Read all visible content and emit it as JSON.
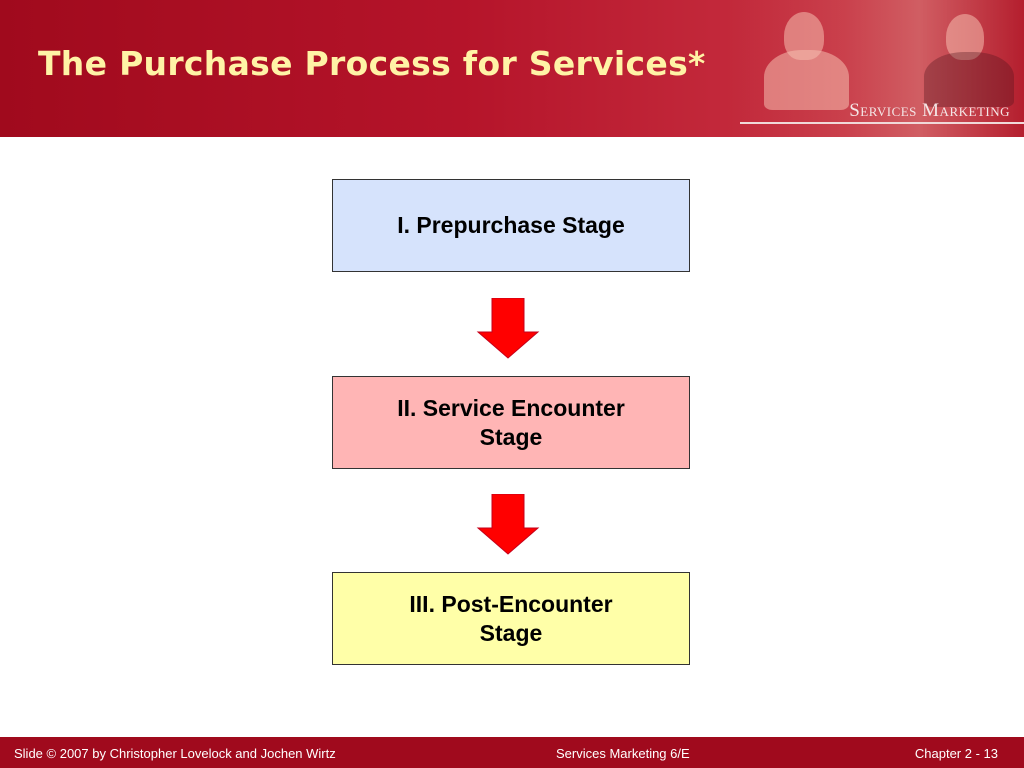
{
  "header": {
    "title": "The Purchase Process for Services*",
    "brand": "Services Marketing"
  },
  "stages": [
    {
      "label_line1": "I. Prepurchase Stage",
      "label_line2": "",
      "color": "#d6e3fc"
    },
    {
      "label_line1": "II. Service Encounter",
      "label_line2": "Stage",
      "color": "#ffb5b5"
    },
    {
      "label_line1": "III. Post-Encounter",
      "label_line2": "Stage",
      "color": "#ffffa8"
    }
  ],
  "arrow_color": "#ff0000",
  "footer": {
    "left": "Slide © 2007 by Christopher Lovelock and Jochen Wirtz",
    "center": "Services Marketing 6/E",
    "right": "Chapter  2 - 13"
  }
}
